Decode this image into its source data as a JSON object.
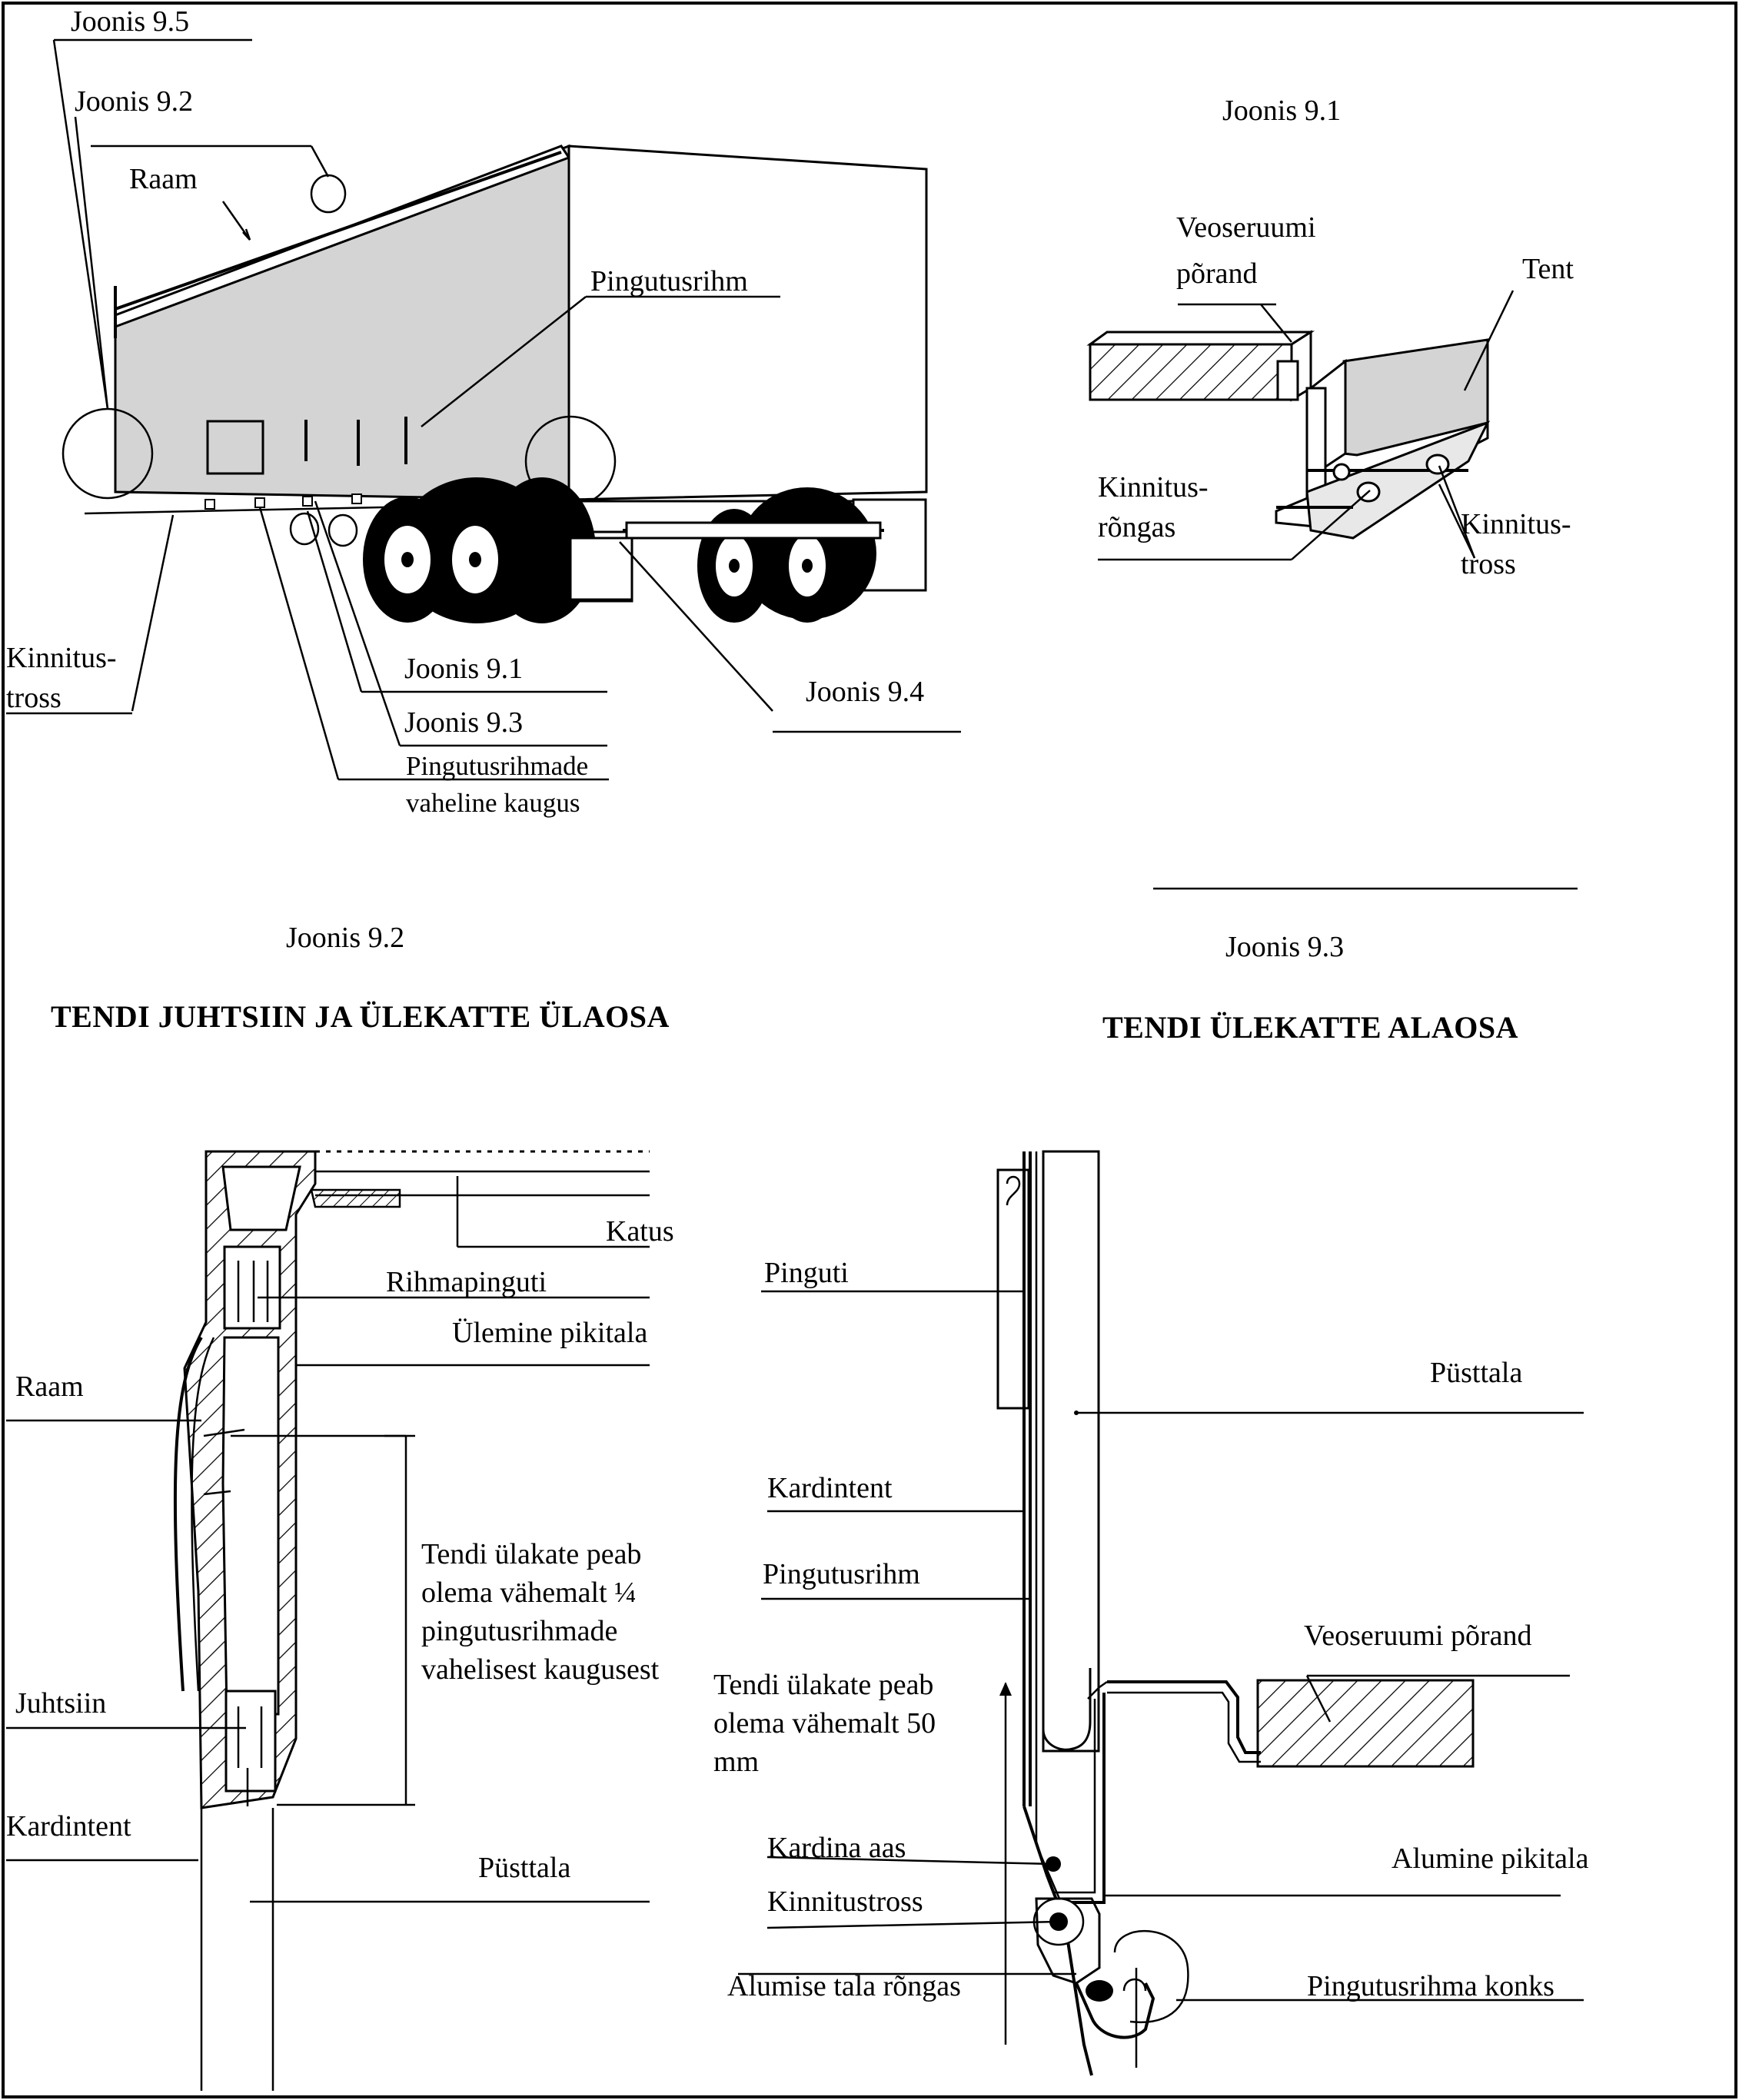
{
  "fig_overview": {
    "labels": {
      "j95": "Joonis 9.5",
      "j92": "Joonis 9.2",
      "raam": "Raam",
      "pingutusrihm": "Pingutusrihm",
      "kinnitus_1": "Kinnitus-",
      "kinnitus_2": "tross",
      "j91": "Joonis 9.1",
      "j93": "Joonis 9.3",
      "j94": "Joonis 9.4",
      "dist_1": "Pingutusrihmade",
      "dist_2": "vaheline kaugus"
    }
  },
  "fig_91": {
    "caption": "Joonis 9.1",
    "labels": {
      "floor_1": "Veoseruumi",
      "floor_2": "põrand",
      "tent": "Tent",
      "ring_1": "Kinnitus-",
      "ring_2": "rõngas",
      "tross_1": "Kinnitus-",
      "tross_2": "tross"
    }
  },
  "fig_92": {
    "caption": "Joonis 9.2",
    "title": "TENDI JUHTSIIN JA ÜLEKATTE ÜLAOSA",
    "labels": {
      "katus": "Katus",
      "rihmapinguti": "Rihmapinguti",
      "ulemine": "Ülemine pikitala",
      "raam": "Raam",
      "note_1": "Tendi ülakate peab",
      "note_2": "olema vähemalt ¼",
      "note_3": "pingutusrihmade",
      "note_4": "vahelisest kaugusest",
      "juhtsiin": "Juhtsiin",
      "kardintent": "Kardintent",
      "pusttala": "Püsttala"
    }
  },
  "fig_93": {
    "caption": "Joonis 9.3",
    "title": "TENDI ÜLEKATTE ALAOSA",
    "labels": {
      "pinguti": "Pinguti",
      "pusttala": "Püsttala",
      "kardintent": "Kardintent",
      "pingutusrihm": "Pingutusrihm",
      "floor": "Veoseruumi põrand",
      "note_1": "Tendi ülakate peab",
      "note_2": "olema vähemalt 50",
      "note_3": "mm",
      "aas": "Kardina aas",
      "kinnitustross": "Kinnitustross",
      "alumine": "Alumine pikitala",
      "rongas": "Alumise tala rõngas",
      "konks": "Pingutusrihma konks"
    }
  }
}
